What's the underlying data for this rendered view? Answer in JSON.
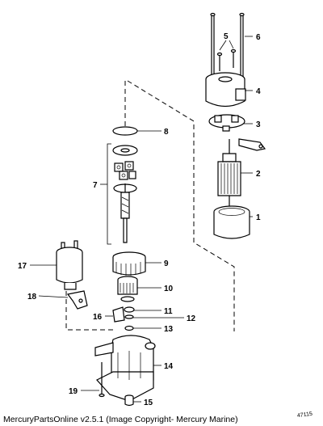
{
  "callouts": {
    "c1": "1",
    "c2": "2",
    "c3": "3",
    "c4": "4",
    "c5": "5",
    "c6": "6",
    "c7": "7",
    "c8": "8",
    "c9": "9",
    "c10": "10",
    "c11": "11",
    "c12": "12",
    "c13": "13",
    "c14": "14",
    "c15": "15",
    "c16": "16",
    "c17": "17",
    "c18": "18",
    "c19": "19"
  },
  "footer": {
    "caption": "MercuryPartsOnline v2.5.1 (Image Copyright- Mercury Marine)",
    "doc_number": "47115"
  }
}
